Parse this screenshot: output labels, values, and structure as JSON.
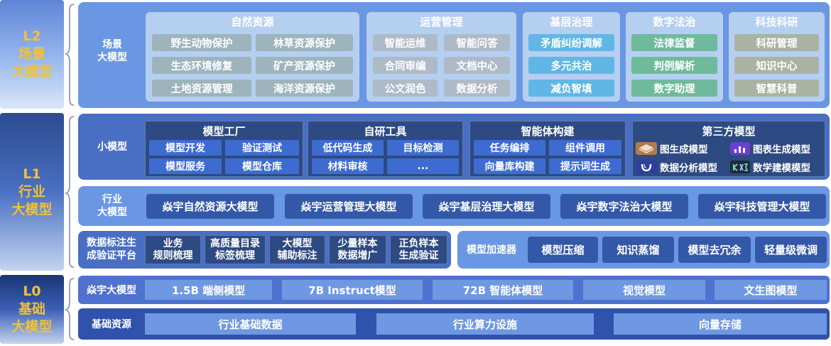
{
  "levels": {
    "l2": {
      "code": "L2",
      "line1": "场景",
      "line2": "大模型"
    },
    "l1": {
      "code": "L1",
      "line1": "行业",
      "line2": "大模型"
    },
    "l0": {
      "code": "L0",
      "line1": "基础",
      "line2": "大模型"
    }
  },
  "scene": {
    "label_line1": "场景",
    "label_line2": "大模型",
    "groups": [
      {
        "title": "自然资源",
        "items": [
          "野生动物保护",
          "林草资源保护",
          "生态环境修复",
          "矿产资源保护",
          "土地资源管理",
          "海洋资源保护"
        ]
      },
      {
        "title": "运营管理",
        "items": [
          "智能运维",
          "智能问答",
          "合同审编",
          "文档中心",
          "公文润色",
          "数据分析"
        ]
      },
      {
        "title": "基层治理",
        "items": [
          "矛盾纠纷调解",
          "多元共治",
          "减负智填"
        ]
      },
      {
        "title": "数字法治",
        "items": [
          "法律监督",
          "判例解析",
          "数字助理"
        ]
      },
      {
        "title": "科技科研",
        "items": [
          "科研管理",
          "知识中心",
          "智慧科普"
        ]
      }
    ]
  },
  "small_model": {
    "label": "小模型",
    "groups": [
      {
        "title": "模型工厂",
        "items": [
          "模型开发",
          "验证测试",
          "模型服务",
          "模型仓库"
        ]
      },
      {
        "title": "自研工具",
        "items": [
          "低代码生成",
          "目标检测",
          "材料审核",
          "..."
        ]
      },
      {
        "title": "智能体构建",
        "items": [
          "任务编排",
          "组件调用",
          "向量库构建",
          "提示词生成"
        ]
      },
      {
        "title": "第三方模型",
        "items": [
          "图生成模型",
          "图表生成模型",
          "数据分析模型",
          "数学建模模型"
        ]
      }
    ]
  },
  "industry": {
    "label_line1": "行业",
    "label_line2": "大模型",
    "models": [
      "焱宇自然资源大模型",
      "焱宇运营管理大模型",
      "焱宇基层治理大模型",
      "焱宇数字法治大模型",
      "焱宇科技管理大模型"
    ]
  },
  "annotation": {
    "label_line1": "数据标注生",
    "label_line2": "成验证平台",
    "items": [
      [
        "业务",
        "规则梳理"
      ],
      [
        "高质量目录",
        "标签梳理"
      ],
      [
        "大模型",
        "辅助标注"
      ],
      [
        "少量样本",
        "数据增广"
      ],
      [
        "正负样本",
        "生成验证"
      ]
    ]
  },
  "accelerator": {
    "label": "模型加速器",
    "items": [
      "模型压缩",
      "知识蒸馏",
      "模型去冗余",
      "轻量级微调"
    ]
  },
  "base_models": {
    "label": "焱宇大模型",
    "items": [
      "1.5B 端侧模型",
      "7B Instruct模型",
      "72B 智能体模型",
      "视觉模型",
      "文生图模型"
    ]
  },
  "resources": {
    "label": "基础资源",
    "items": [
      "行业基础数据",
      "行业算力设施",
      "向量存储"
    ]
  },
  "colors": {
    "level_text": "#f1c232",
    "scene_panel": "#6a97e3",
    "scene_group": "#b5cff1",
    "nat_chip": "#9db4bd",
    "ops_chip": "#afbac8",
    "gov_chip": "#60b7e6",
    "law_chip": "#6fba9d",
    "sci_chip": "#aab3a1",
    "l1_panel": "#496fc5",
    "dark_group": "#2e4a82",
    "dark_chip": "#3d6bd0",
    "l0_panel": "#4f72d0",
    "l0_chip": "#6f98e2"
  }
}
